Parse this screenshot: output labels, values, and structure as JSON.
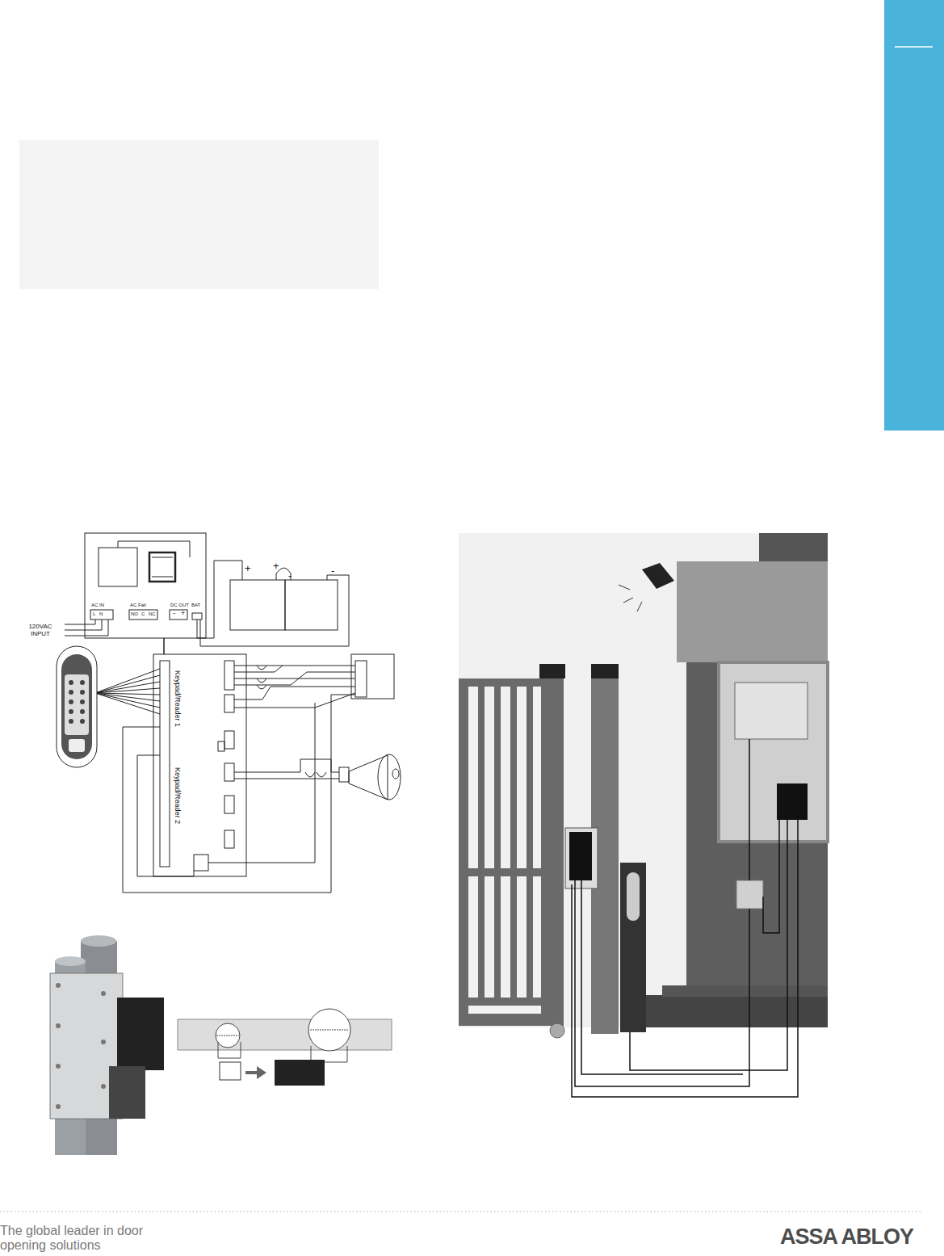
{
  "diagram": {
    "nodes": [
      {
        "text": [
          "AC IN",
          "AC Fail",
          "DC OUT",
          "BAT"
        ]
      },
      {
        "text": [
          "Keypad/Reader 1",
          "Keypad/Reader 2"
        ]
      }
    ],
    "edges": [
      {
        "from": 0,
        "to": 1,
        "arrow": "none"
      }
    ],
    "labels": [
      "120VAC INPUT",
      "L",
      "N",
      "NO",
      "C",
      "NC",
      "-",
      "+",
      "+",
      "+",
      "-",
      "-",
      "The global leader in door opening solutions",
      "ASSA ABLOY"
    ]
  }
}
